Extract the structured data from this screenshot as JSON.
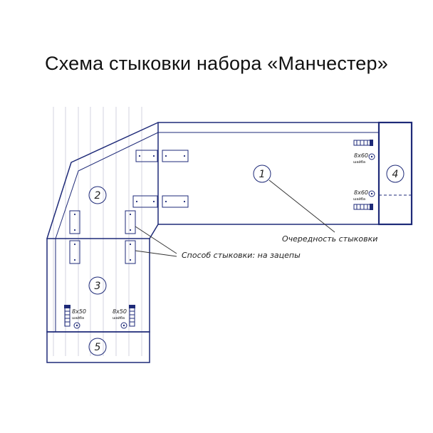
{
  "title": "Схема стыковки набора «Манчестер»",
  "modules": [
    {
      "number": "1"
    },
    {
      "number": "2"
    },
    {
      "number": "3"
    },
    {
      "number": "4"
    },
    {
      "number": "5"
    }
  ],
  "callouts": {
    "docking_order": "Очередность стыковки",
    "docking_method": "Способ стыковки: на зацепы"
  },
  "fasteners": {
    "screw_right_top": "8x60",
    "screw_right_bottom": "8x60",
    "screw_left_1": "8x50",
    "screw_left_2": "8x50",
    "screw_sublabel": "шайба"
  },
  "colors": {
    "outline": "#1e2a78",
    "text": "#222222",
    "title": "#111111"
  }
}
